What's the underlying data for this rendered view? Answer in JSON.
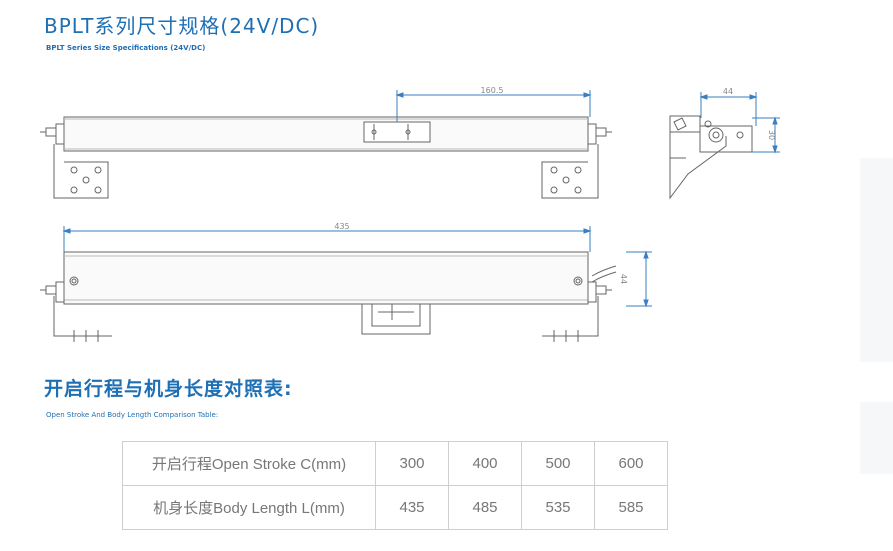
{
  "header": {
    "title_cn": "BPLT系列尺寸规格(24V/DC)",
    "title_en": "BPLT Series Size Specifications (24V/DC)"
  },
  "drawing": {
    "top_view_dimension": "160.5",
    "side_view_width": "44",
    "side_view_height": "30",
    "front_view_length": "435",
    "front_view_height": "44"
  },
  "comparison": {
    "title_cn": "开启行程与机身长度对照表:",
    "title_en": "Open Stroke And Body Length Comparison Table:",
    "rows": [
      {
        "label": "开启行程Open Stroke C(mm)",
        "values": [
          "300",
          "400",
          "500",
          "600"
        ]
      },
      {
        "label": "机身长度Body Length L(mm)",
        "values": [
          "435",
          "485",
          "535",
          "585"
        ]
      }
    ]
  },
  "colors": {
    "accent": "#1f6fb5",
    "dimension_line": "#3a7fc0",
    "drawing_line": "#666666"
  }
}
